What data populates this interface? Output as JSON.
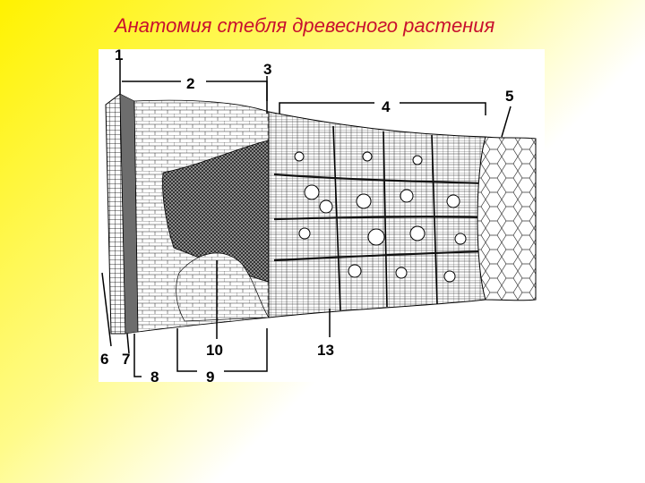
{
  "title": "Анатомия стебля древесного растения",
  "colors": {
    "title": "#c8102e",
    "background_top": "#fff200",
    "background_bottom": "#ffffff"
  },
  "figure": {
    "labels": [
      "1",
      "2",
      "3",
      "4",
      "5",
      "6",
      "7",
      "8",
      "9",
      "10",
      "13"
    ]
  }
}
